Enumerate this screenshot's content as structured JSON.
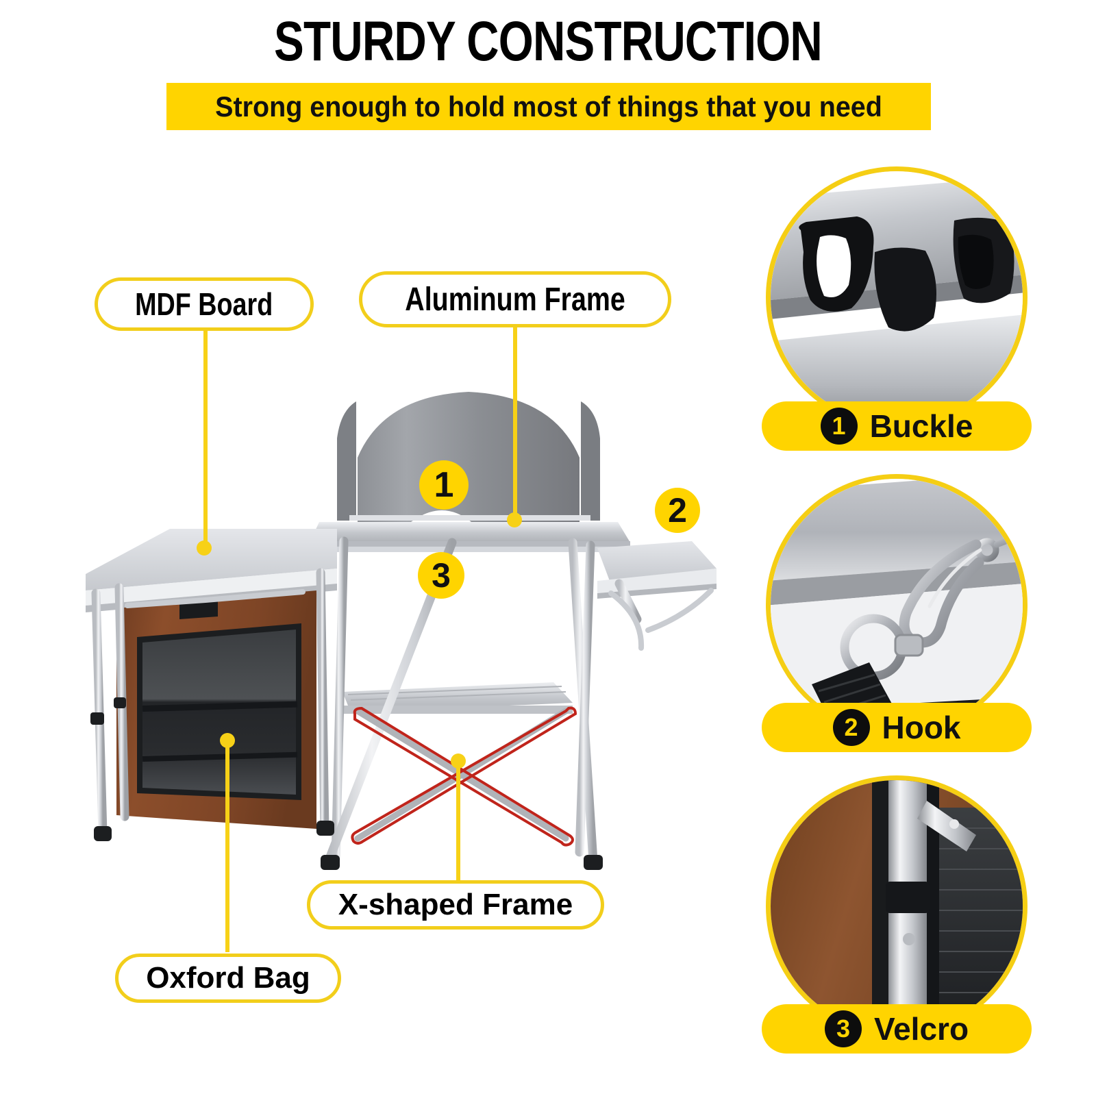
{
  "header": {
    "title": "STURDY CONSTRUCTION",
    "subtitle": "Strong enough to hold most of things that you need"
  },
  "colors": {
    "accent_yellow": "#FFD400",
    "outline_yellow": "#F2CE1B",
    "leader_yellow": "#F7D117",
    "badge_text": "#111111",
    "fabric_brown": "#8A4B2A",
    "mesh_black": "#2B2B2B",
    "aluminum": "#D9DCE0",
    "tabletop_gray": "#C9CCD1",
    "highlight_red": "#C0241B"
  },
  "callouts": [
    {
      "id": "mdf-board",
      "label": "MDF Board"
    },
    {
      "id": "aluminum-frame",
      "label": "Aluminum Frame"
    },
    {
      "id": "x-shaped-frame",
      "label": "X-shaped Frame"
    },
    {
      "id": "oxford-bag",
      "label": "Oxford Bag"
    }
  ],
  "product_badges": [
    {
      "number": "1"
    },
    {
      "number": "2"
    },
    {
      "number": "3"
    }
  ],
  "details": [
    {
      "number": "1",
      "label": "Buckle",
      "photo": "buckle-photo"
    },
    {
      "number": "2",
      "label": "Hook",
      "photo": "hook-photo"
    },
    {
      "number": "3",
      "label": "Velcro",
      "photo": "velcro-photo"
    }
  ]
}
